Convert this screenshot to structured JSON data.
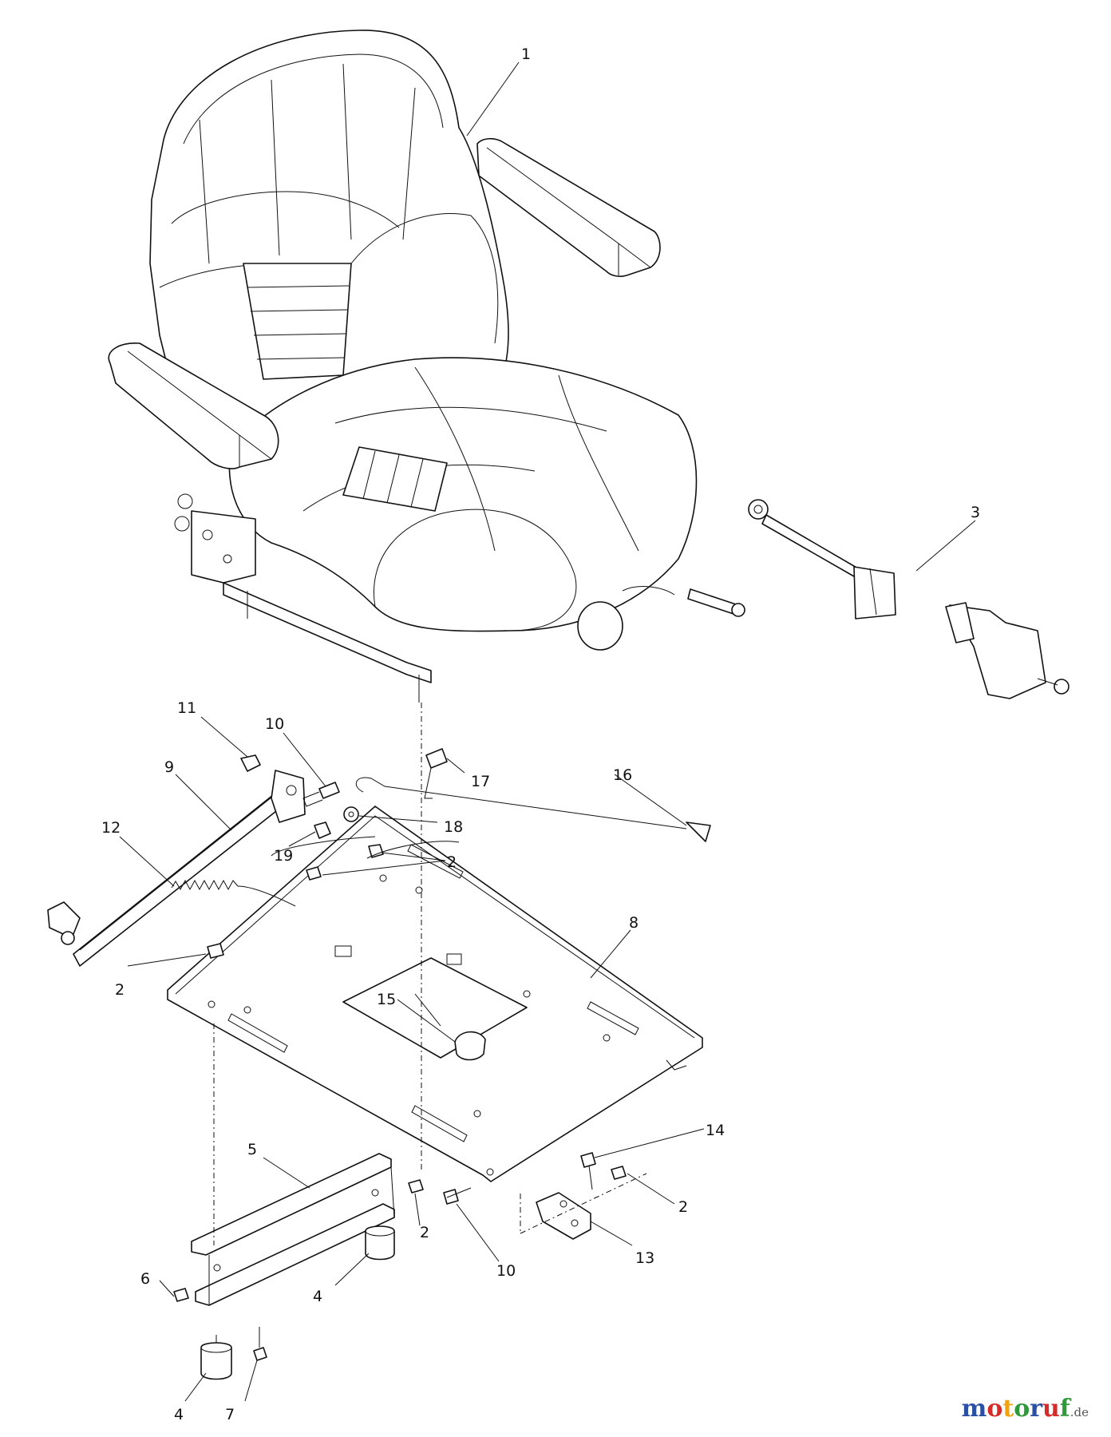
{
  "callouts": {
    "c1": "1",
    "c3": "3",
    "c11": "11",
    "c10a": "10",
    "c17": "17",
    "c16": "16",
    "c9": "9",
    "c18": "18",
    "c12": "12",
    "c19": "19",
    "c2a": "2",
    "c8": "8",
    "c2b": "2",
    "c15": "15",
    "c14": "14",
    "c5": "5",
    "c2c": "2",
    "c2d": "2",
    "c6": "6",
    "c10b": "10",
    "c13": "13",
    "c4a": "4",
    "c4b": "4",
    "c7": "7"
  },
  "logo": {
    "m": "m",
    "o1": "o",
    "t": "t",
    "o2": "o",
    "r": "r",
    "u": "u",
    "f": "f",
    "suffix": ".de",
    "colors": [
      "#2b4fa3",
      "#d62b2b",
      "#f2a20c",
      "#2f9a3a",
      "#2b4fa3",
      "#d62b2b",
      "#2f9a3a",
      "#555555"
    ]
  }
}
